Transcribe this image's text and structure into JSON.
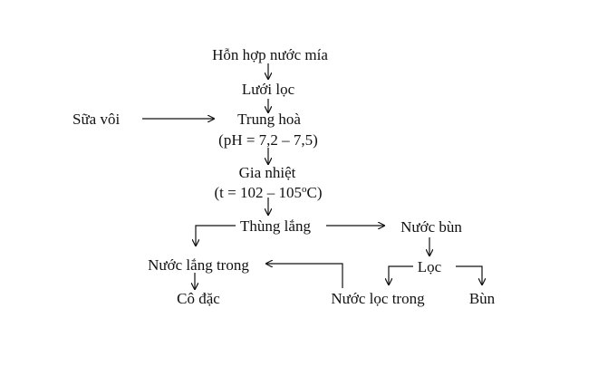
{
  "colors": {
    "text": "#111111",
    "line": "#111111",
    "background": "#ffffff"
  },
  "nodes": {
    "mix": "Hỗn hợp nước mía",
    "sieve": "Lưới lọc",
    "lime": "Sữa vôi",
    "neutralize": "Trung hoà",
    "ph": "(pH = 7,2 – 7,5)",
    "heat": "Gia nhiệt",
    "temp_prefix": "(t = 102 – 105",
    "temp_deg": "o",
    "temp_suffix": "C)",
    "tank": "Thùng lắng",
    "mud_water": "Nước bùn",
    "clear_water": "Nước lắng trong",
    "filter": "Lọc",
    "concentrate": "Cô đặc",
    "filtrate": "Nước lọc trong",
    "mud": "Bùn"
  }
}
